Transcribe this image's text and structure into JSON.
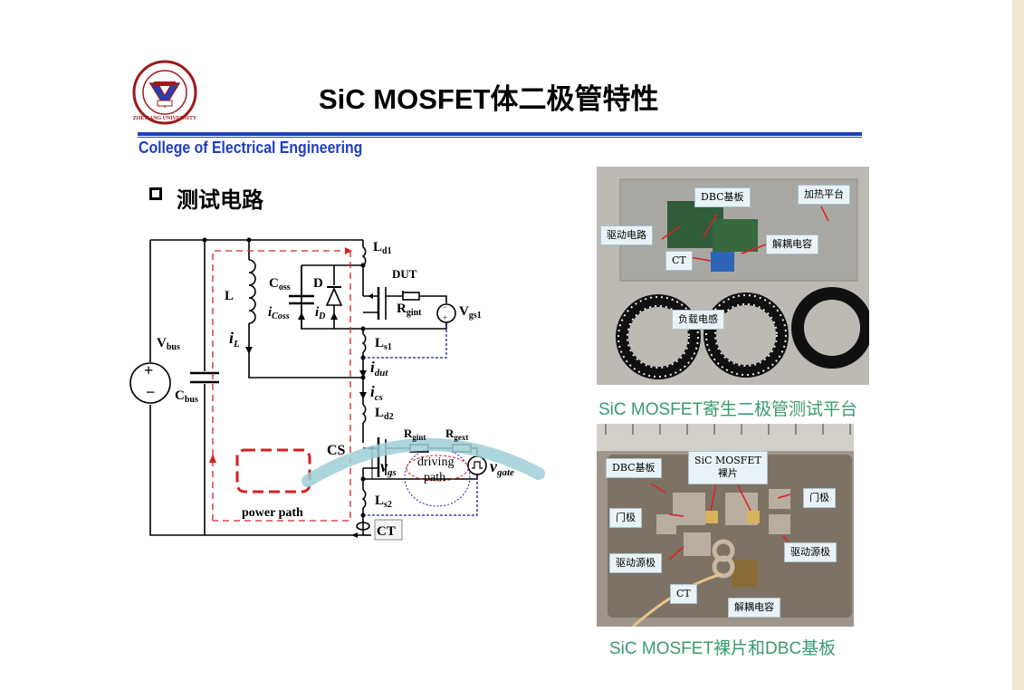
{
  "header": {
    "title": "SiC MOSFET体二极管特性",
    "college": "College of Electrical Engineering",
    "logo_text": "ZHEJIANG UNIVERSITY"
  },
  "section": {
    "title": "测试电路"
  },
  "circuit": {
    "labels": {
      "ld1": "L",
      "ld1_sub": "d1",
      "dut": "DUT",
      "coss": "C",
      "coss_sub": "oss",
      "d": "D",
      "icoss": "i",
      "icoss_sub": "Coss",
      "id": "i",
      "id_sub": "D",
      "l": "L",
      "rgint": "R",
      "rgint_sub": "gint",
      "vgs1": "V",
      "vgs1_sub": "gs1",
      "vbus": "V",
      "vbus_sub": "bus",
      "il": "i",
      "il_sub": "L",
      "ls1": "L",
      "ls1_sub": "s1",
      "idut": "i",
      "idut_sub": "dut",
      "cbus": "C",
      "cbus_sub": "bus",
      "ics": "i",
      "ics_sub": "cs",
      "ld2": "L",
      "ld2_sub": "d2",
      "rgint2": "R",
      "rgint2_sub": "gint",
      "rgext": "R",
      "rgext_sub": "gext",
      "cs": "CS",
      "vgs": "v",
      "vgs_sub": "gs",
      "driving": "driving",
      "path": "path",
      "vgate": "v",
      "vgate_sub": "gate",
      "ls2": "L",
      "ls2_sub": "s2",
      "power_path": "power path",
      "ct": "CT",
      "plus": "+",
      "minus": "−"
    }
  },
  "photo1": {
    "callouts": {
      "dbc": "DBC基板",
      "heater": "加热平台",
      "driver": "驱动电路",
      "decap": "解耦电容",
      "ct": "CT",
      "load": "负载电感"
    },
    "caption": "SiC MOSFET寄生二极管测试平台"
  },
  "photo2": {
    "callouts": {
      "dbc": "DBC基板",
      "die_line1": "SiC MOSFET",
      "die_line2": "裸片",
      "gate_right": "门极",
      "gate_left": "门极",
      "drv_src_right": "驱动源极",
      "drv_src_left": "驱动源极",
      "ct": "CT",
      "decap": "解耦电容"
    },
    "caption": "SiC MOSFET裸片和DBC基板"
  },
  "colors": {
    "accent_blue": "#1f3fbf",
    "caption_green": "#3a9a6e",
    "power_path_red": "#d62020",
    "drive_path_blue": "#1a1aa0"
  }
}
